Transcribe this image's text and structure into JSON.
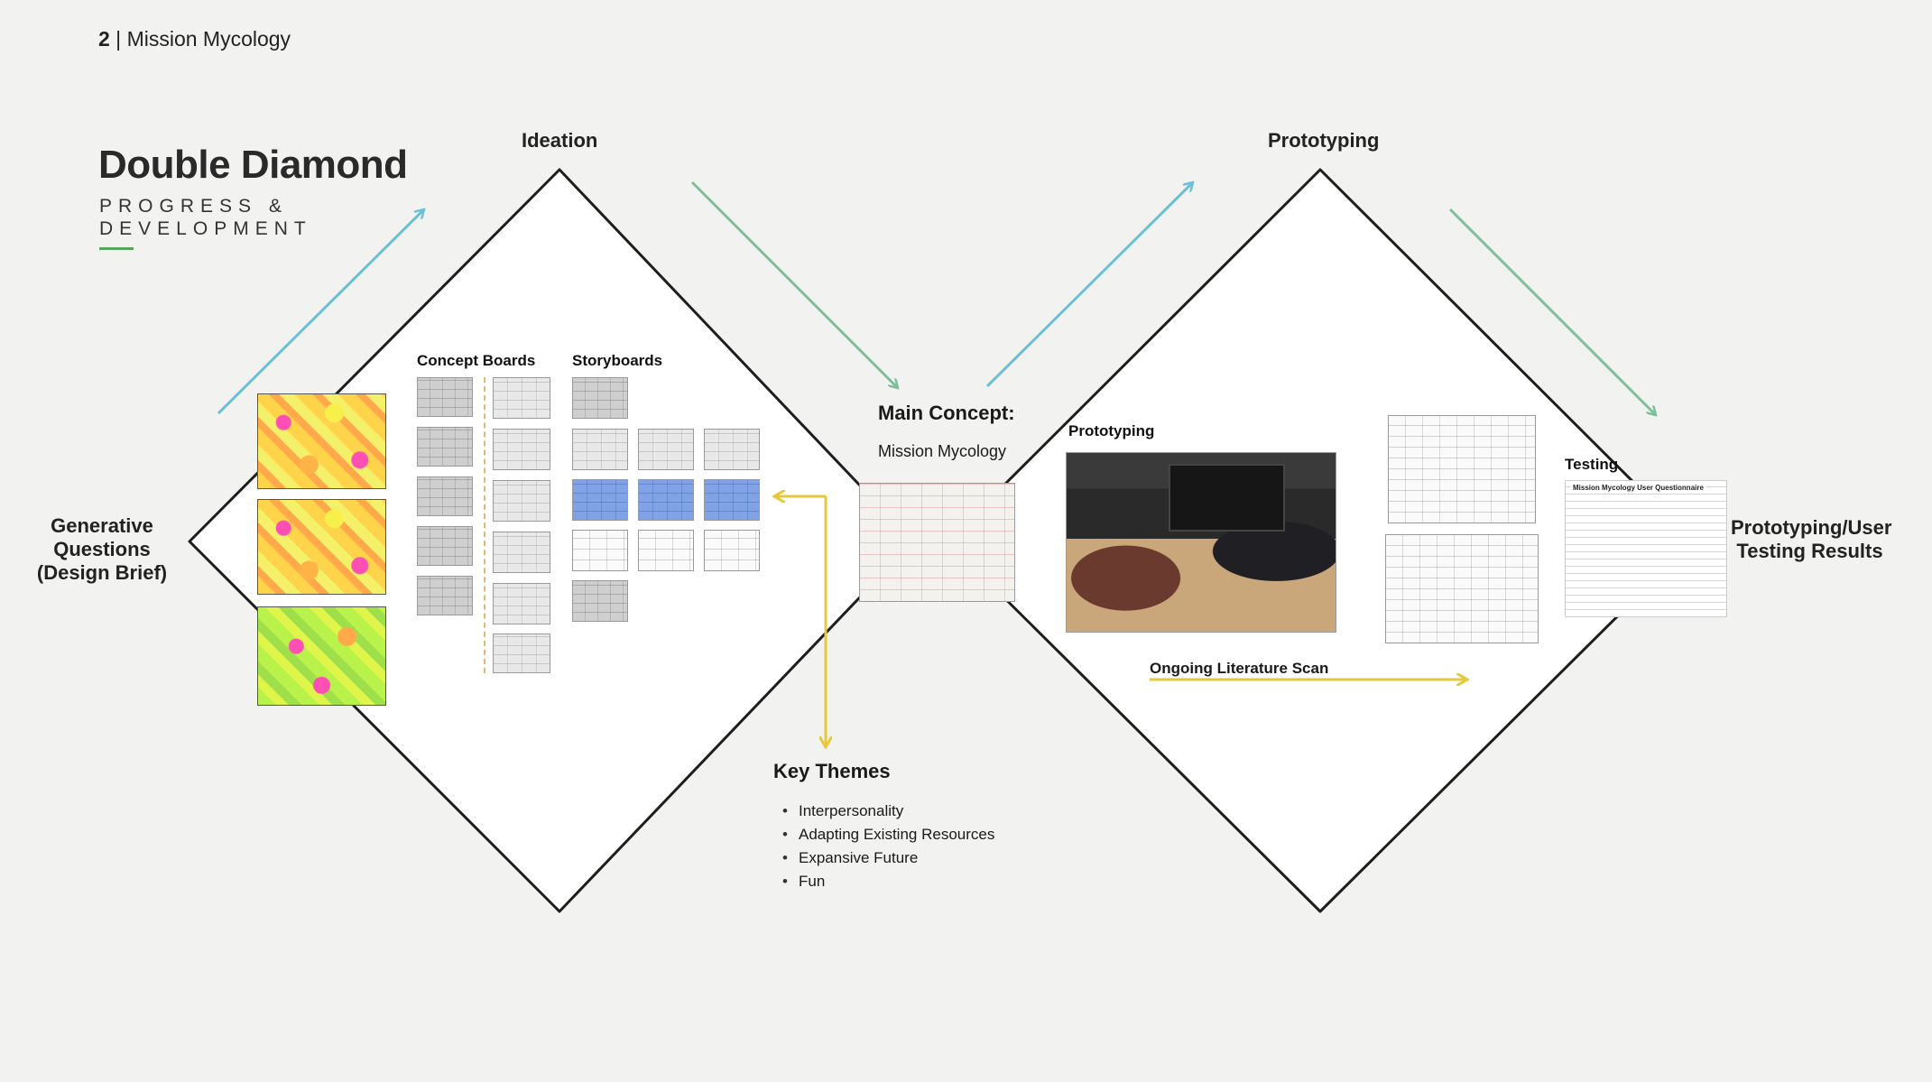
{
  "header": {
    "page_number": "2",
    "separator": " | ",
    "name": "Mission Mycology"
  },
  "title": "Double Diamond",
  "subtitle": "PROGRESS & DEVELOPMENT",
  "stages": {
    "left": "Generative Questions (Design Brief)",
    "ideation": "Ideation",
    "prototyping_top": "Prototyping",
    "right": "Prototyping/User Testing Results"
  },
  "labels": {
    "concept_boards": "Concept Boards",
    "storyboards": "Storyboards",
    "main_concept": "Main Concept:",
    "main_concept_value": "Mission Mycology",
    "prototyping": "Prototyping",
    "testing": "Testing",
    "literature_scan": "Ongoing Literature Scan",
    "key_themes": "Key Themes",
    "questionnaire_title": "Mission Mycology User Questionnaire"
  },
  "key_themes": [
    "Interpersonality",
    "Adapting Existing Resources",
    "Expansive Future",
    "Fun"
  ],
  "colors": {
    "teal": "#6cc0d6",
    "green": "#7dbf9a",
    "yellow": "#e6c83c",
    "outline": "#1e1e1e",
    "accent": "#5aa35a"
  }
}
